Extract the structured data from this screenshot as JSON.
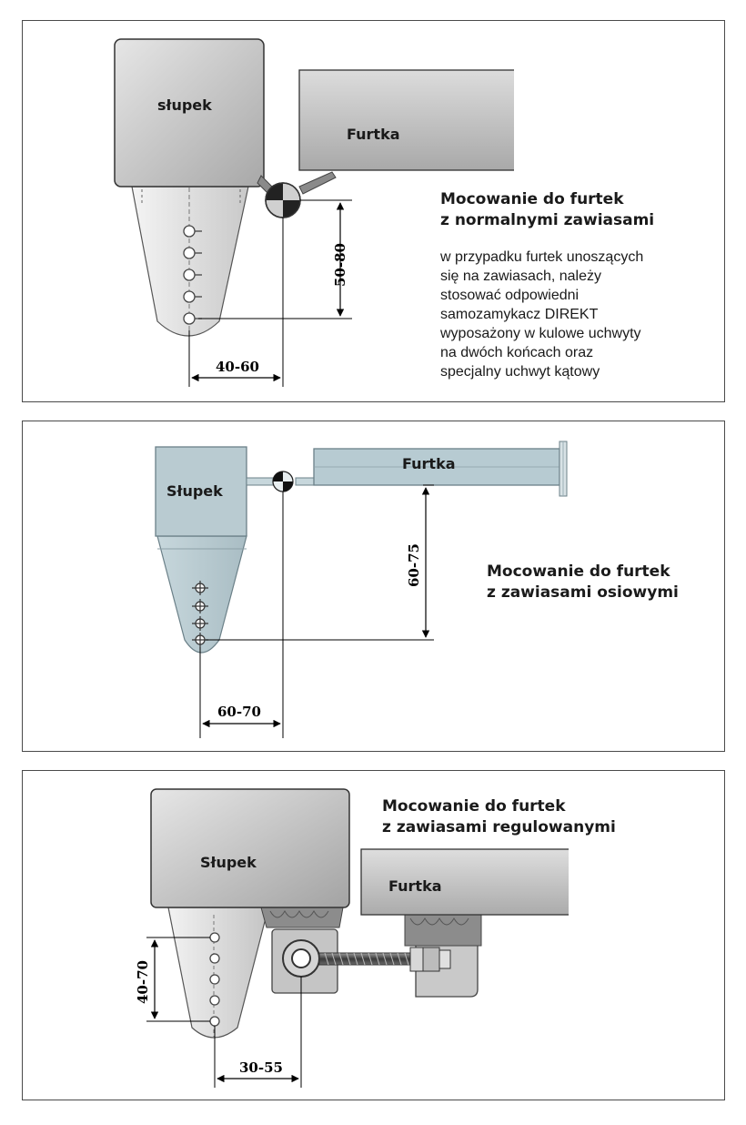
{
  "panel1": {
    "post_label": "słupek",
    "gate_label": "Furtka",
    "heading_line1": "Mocowanie do furtek",
    "heading_line2": "z normalnymi zawiasami",
    "body_lines": [
      "w przypadku furtek unoszących",
      "się na zawiasach, należy",
      "stosować odpowiedni",
      "samozamykacz DIREKT",
      "wyposażony w kulowe uchwyty",
      "na dwóch końcach oraz",
      "specjalny uchwyt kątowy"
    ],
    "dim_vertical": "50-80",
    "dim_horizontal": "40-60"
  },
  "panel2": {
    "post_label": "Słupek",
    "gate_label": "Furtka",
    "heading_line1": "Mocowanie do furtek",
    "heading_line2": "z zawiasami osiowymi",
    "dim_vertical": "60-75",
    "dim_horizontal": "60-70"
  },
  "panel3": {
    "post_label": "Słupek",
    "gate_label": "Furtka",
    "heading_line1": "Mocowanie do furtek",
    "heading_line2": "z zawiasami regulowanymi",
    "dim_vertical": "40-70",
    "dim_horizontal": "30-55"
  },
  "colors": {
    "border": "#4a4a4a",
    "post_gray": "#c9c9c9",
    "post_blue": "#b8c9cf",
    "gate_blue": "#b7cbd2"
  }
}
